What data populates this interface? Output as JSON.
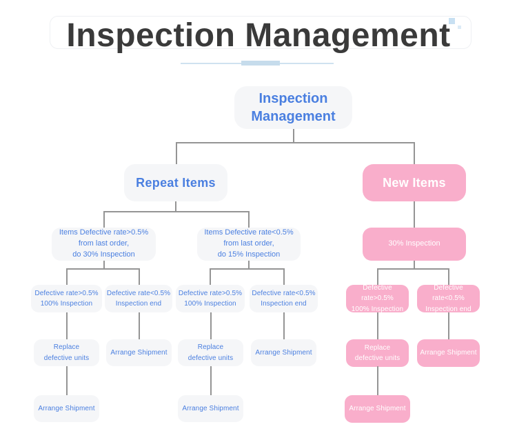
{
  "header": {
    "title": "Inspection Management"
  },
  "colors": {
    "title_text": "#3a3a3a",
    "node_blue_text": "#4a7fe0",
    "node_gray_bg": "#f5f6f8",
    "node_pink_bg": "#f9aecb",
    "node_pink_text": "#ffffff",
    "connector": "#949494",
    "underline_accent": "#c6dcec"
  },
  "tree": {
    "label": "Inspection\nManagement",
    "children": [
      {
        "label": "Repeat Items",
        "children": [
          {
            "label": "Items Defective rate>0.5%\nfrom last order,\ndo 30% Inspection",
            "children": [
              {
                "label": "Defective rate>0.5%\n100% Inspection",
                "children": [
                  {
                    "label": "Replace\ndefective units",
                    "children": [
                      {
                        "label": "Arrange Shipment"
                      }
                    ]
                  }
                ]
              },
              {
                "label": "Defective rate<0.5%\nInspection end",
                "children": [
                  {
                    "label": "Arrange Shipment"
                  }
                ]
              }
            ]
          },
          {
            "label": "Items Defective rate<0.5%\nfrom last order,\ndo 15% Inspection",
            "children": [
              {
                "label": "Defective rate>0.5%\n100% Inspection",
                "children": [
                  {
                    "label": "Replace\ndefective units",
                    "children": [
                      {
                        "label": "Arrange Shipment"
                      }
                    ]
                  }
                ]
              },
              {
                "label": "Defective rate<0.5%\nInspection end",
                "children": [
                  {
                    "label": "Arrange Shipment"
                  }
                ]
              }
            ]
          }
        ]
      },
      {
        "label": "New Items",
        "children": [
          {
            "label": "30% Inspection",
            "children": [
              {
                "label": "Defective rate>0.5%\n100% Inspection",
                "children": [
                  {
                    "label": "Replace\ndefective units",
                    "children": [
                      {
                        "label": "Arrange Shipment"
                      }
                    ]
                  }
                ]
              },
              {
                "label": "Defective rate<0.5%\nInspection end",
                "children": [
                  {
                    "label": "Arrange Shipment"
                  }
                ]
              }
            ]
          }
        ]
      }
    ]
  }
}
